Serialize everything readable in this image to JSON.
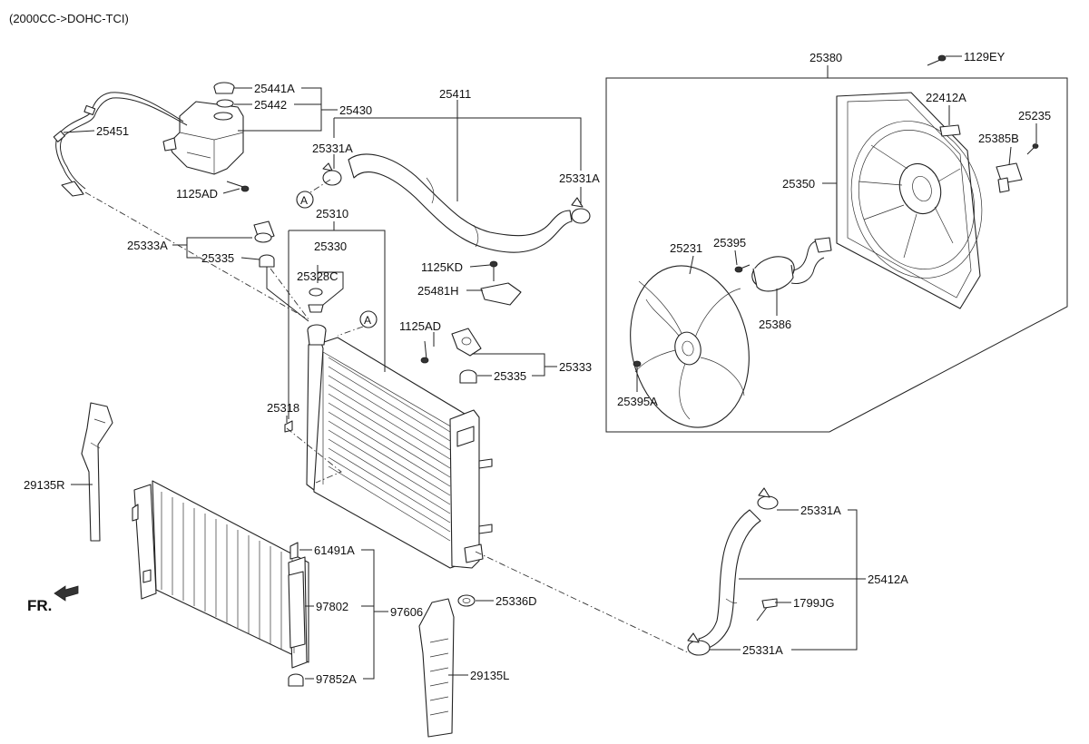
{
  "header": "(2000CC->DOHC-TCI)",
  "direction_label": "FR.",
  "ref_marker": "A",
  "labels": {
    "p25441A": "25441A",
    "p25442": "25442",
    "p25430": "25430",
    "p25451": "25451",
    "p1125AD_a": "1125AD",
    "p25411": "25411",
    "p25331A_a": "25331A",
    "p25331A_b": "25331A",
    "p25310": "25310",
    "p25330": "25330",
    "p25328C": "25328C",
    "p25333A": "25333A",
    "p25335_a": "25335",
    "p1125KD": "1125KD",
    "p25481H": "25481H",
    "p1125AD_b": "1125AD",
    "p25333": "25333",
    "p25335_b": "25335",
    "p25318": "25318",
    "p25380": "25380",
    "p1129EY": "1129EY",
    "p22412A": "22412A",
    "p25235": "25235",
    "p25385B": "25385B",
    "p25350": "25350",
    "p25231": "25231",
    "p25395": "25395",
    "p25386": "25386",
    "p25395A": "25395A",
    "p29135R": "29135R",
    "p61491A": "61491A",
    "p97802": "97802",
    "p97606": "97606",
    "p97852A": "97852A",
    "p29135L": "29135L",
    "p25336D": "25336D",
    "p25331A_c": "25331A",
    "p25412A": "25412A",
    "p1799JG": "1799JG",
    "p25331A_d": "25331A"
  }
}
